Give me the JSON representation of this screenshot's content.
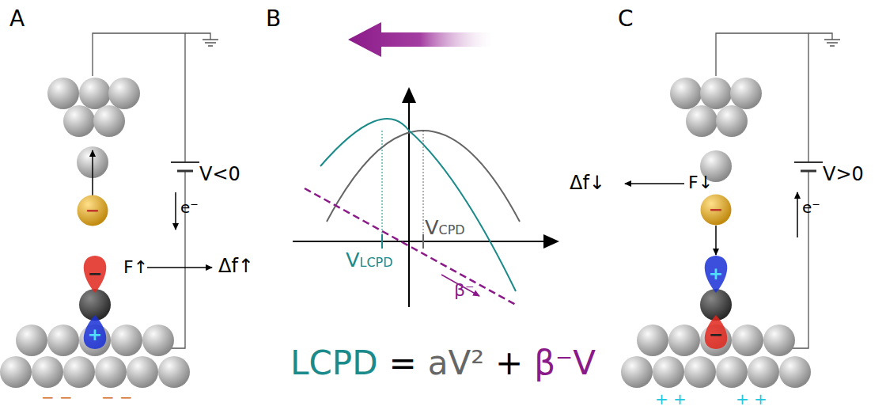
{
  "diagram": {
    "nodes": [
      {
        "text": [
          "−"
        ]
      },
      {
        "text": [
          "−"
        ]
      },
      {
        "text": [
          "+"
        ]
      },
      {
        "text": [
          "−"
        ]
      },
      {
        "text": [
          "+"
        ]
      },
      {
        "text": [
          "−"
        ]
      }
    ],
    "edges": [
      {
        "from": 3,
        "to": 4,
        "arrow": "to"
      }
    ],
    "labels": [
      "A",
      "B",
      "C",
      "V<0",
      "e⁻",
      "F↑",
      "Δf↑",
      "− −",
      "− −",
      "VLCPD",
      "VCPD",
      "β⁻",
      "LCPD",
      "=",
      "aV²",
      "+",
      "β⁻V",
      "V>0",
      "e⁻",
      "Δf↓",
      "F↓",
      "+ +",
      "+ +"
    ]
  }
}
